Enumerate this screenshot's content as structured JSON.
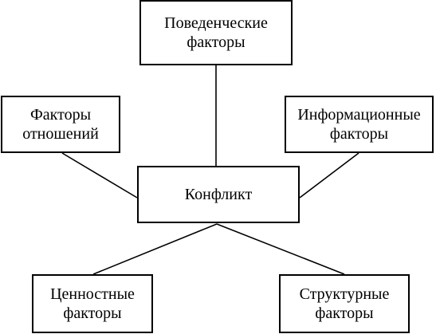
{
  "diagram": {
    "center": {
      "label": "Конфликт"
    },
    "factors": {
      "behavioral": {
        "label": "Поведенческие\nфакторы"
      },
      "relations": {
        "label": "Факторы\nотношений"
      },
      "informational": {
        "label": "Информационные\nфакторы"
      },
      "value": {
        "label": "Ценностные\nфакторы"
      },
      "structural": {
        "label": "Структурные\nфакторы"
      }
    },
    "colors": {
      "line": "#000000",
      "background": "#ffffff"
    }
  }
}
